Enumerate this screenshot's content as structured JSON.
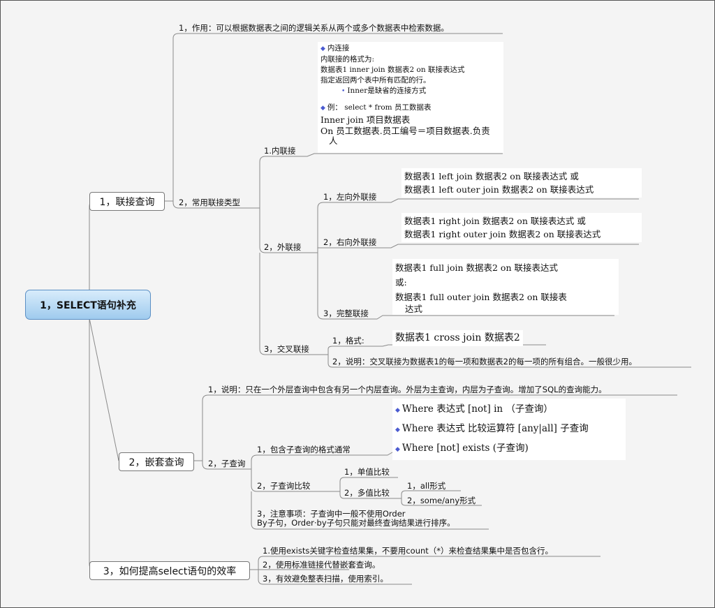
{
  "root": "1，SELECT语句补充",
  "join": {
    "label": "1，联接查询",
    "purpose": "1，作用：可以根据数据表之间的逻辑关系从两个或多个数据表中检索数据。",
    "types_label": "2，常用联接类型",
    "inner": {
      "label": "1.内联接",
      "lines": [
        "内连接",
        "内联接的格式为:",
        "数据表1 inner join 数据表2 on 联接表达式",
        "指定返回两个表中所有匹配的行。",
        "Inner是缺省的连接方式",
        "例： select * from 员工数据表",
        "Inner join 项目数据表",
        "On 员工数据表.员工编号＝项目数据表.负责",
        "人"
      ]
    },
    "outer": {
      "label": "2，外联接",
      "left_label": "1，左向外联接",
      "left_lines": [
        "数据表1 left join 数据表2 on 联接表达式 或",
        "数据表1 left outer join 数据表2 on 联接表达式"
      ],
      "right_label": "2，右向外联接",
      "right_lines": [
        "数据表1 right join 数据表2 on 联接表达式 或",
        "数据表1 right outer join 数据表2 on 联接表达式"
      ],
      "full_label": "3，完整联接",
      "full_lines": [
        "数据表1 full join 数据表2 on 联接表达式",
        "或:",
        "数据表1 full outer join 数据表2 on 联接表",
        "达式"
      ]
    },
    "cross": {
      "label": "3，交叉联接",
      "format_label": "1，格式:",
      "format_value": "数据表1 cross join 数据表2",
      "desc": "2，说明：交叉联接为数据表1的每一项和数据表2的每一项的所有组合。一般很少用。"
    }
  },
  "nested": {
    "label": "2，嵌套查询",
    "desc": "1，说明：只在一个外层查询中包含有另一个内层查询。外层为主查询，内层为子查询。增加了SQL的查询能力。",
    "sub_label": "2，子查询",
    "format_label": "1，包含子查询的格式通常",
    "format_lines": [
      "Where 表达式 [not] in （子查询）",
      "Where 表达式 比较运算符 [any|all] 子查询",
      "Where [not] exists (子查询)"
    ],
    "compare_label": "2，子查询比较",
    "single": "1，单值比较",
    "multi": "2，多值比较",
    "all_form": "1，all形式",
    "some_form": "2，some/any形式",
    "note_lines": [
      "3，注意事项：子查询中一般不使用Order",
      "By子句，Order·by子句只能对最终查询结果进行排序。"
    ]
  },
  "efficiency": {
    "label": "3，如何提高select语句的效率",
    "items": [
      "1.使用exists关键字检查结果集，不要用count（*）来检查结果集中是否包含行。",
      "2，使用标准链接代替嵌套查询。",
      "3，有效避免整表扫描，使用索引。"
    ]
  }
}
